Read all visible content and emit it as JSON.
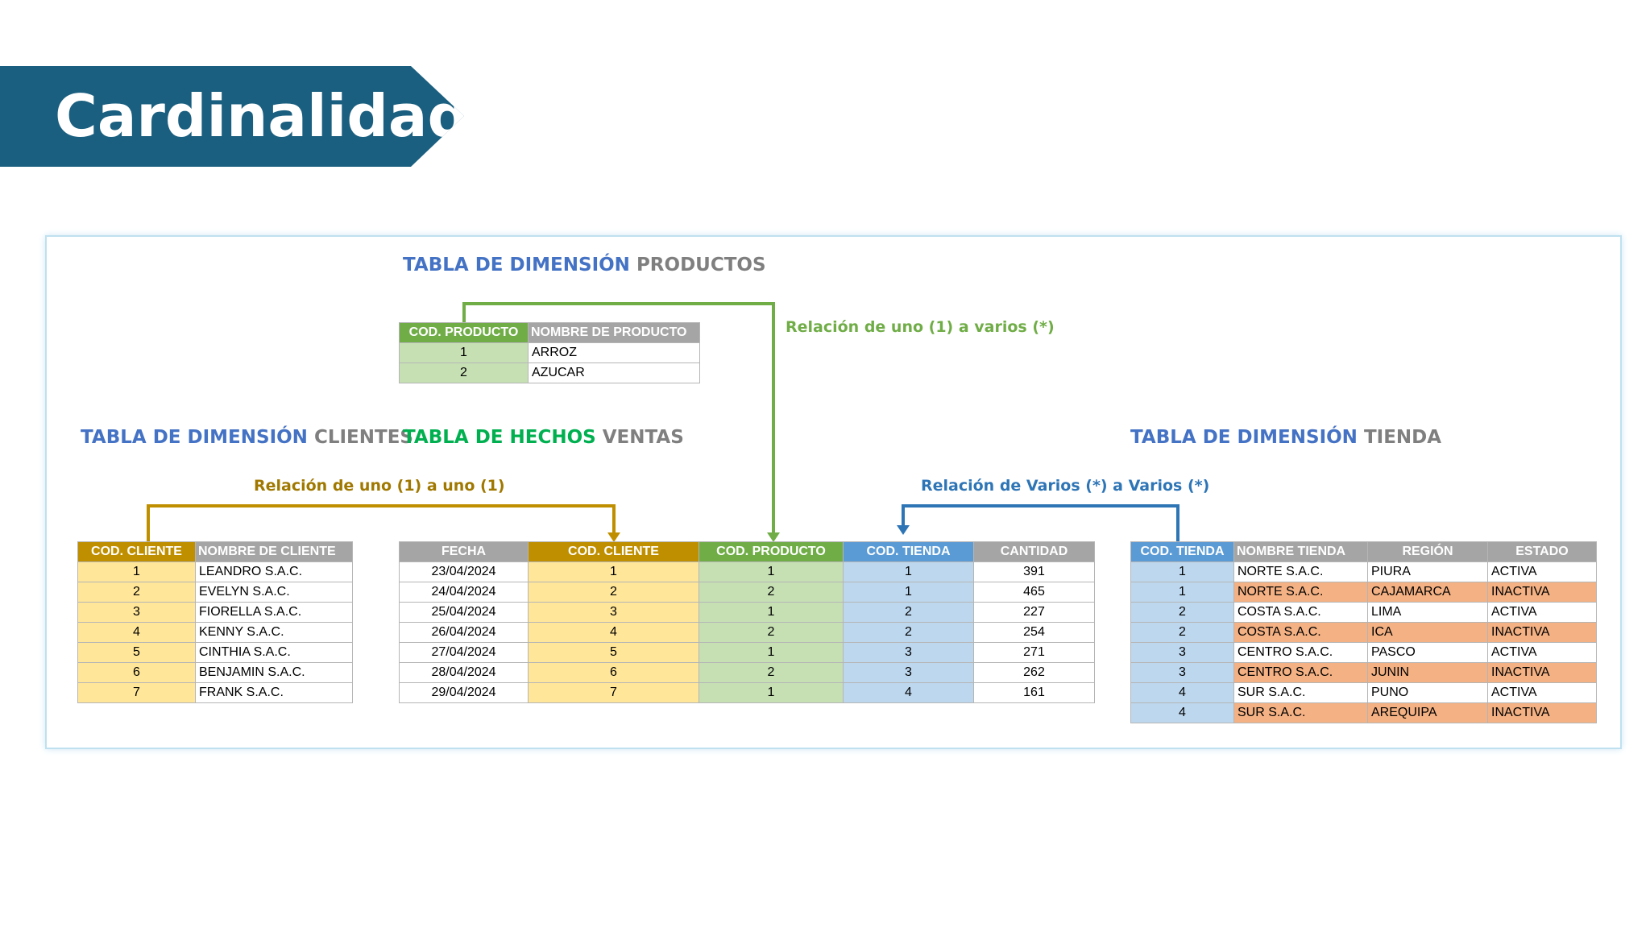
{
  "page": {
    "title": "Cardinalidad"
  },
  "headings": {
    "productos": {
      "prefix": "TABLA DE DIMENSIÓN",
      "suffix": "PRODUCTOS"
    },
    "clientes": {
      "prefix": "TABLA DE DIMENSIÓN",
      "suffix": "CLIENTES"
    },
    "ventas": {
      "prefix": "TABLA DE HECHOS",
      "suffix": "VENTAS"
    },
    "tienda": {
      "prefix": "TABLA DE DIMENSIÓN",
      "suffix": "TIENDA"
    }
  },
  "relations": {
    "one_to_many": "Relación de uno (1) a varios (*)",
    "one_to_one": "Relación de uno (1) a uno (1)",
    "many_to_many": "Relación de Varios (*) a Varios (*)"
  },
  "colors": {
    "banner": "#1a5f7f",
    "heading_blue": "#4472c4",
    "heading_green": "#00b050",
    "heading_gray": "#7f7f7f",
    "relation_green": "#70ad47",
    "relation_gold": "#a07800",
    "relation_blue": "#2e75b6"
  },
  "productos_table": {
    "headers": [
      "COD. PRODUCTO",
      "NOMBRE DE PRODUCTO"
    ],
    "rows": [
      [
        "1",
        "ARROZ"
      ],
      [
        "2",
        "AZUCAR"
      ]
    ]
  },
  "clientes_table": {
    "headers": [
      "COD. CLIENTE",
      "NOMBRE DE CLIENTE"
    ],
    "rows": [
      [
        "1",
        "LEANDRO S.A.C."
      ],
      [
        "2",
        "EVELYN S.A.C."
      ],
      [
        "3",
        "FIORELLA S.A.C."
      ],
      [
        "4",
        "KENNY S.A.C."
      ],
      [
        "5",
        "CINTHIA S.A.C."
      ],
      [
        "6",
        "BENJAMIN S.A.C."
      ],
      [
        "7",
        "FRANK S.A.C."
      ]
    ]
  },
  "ventas_table": {
    "headers": [
      "FECHA",
      "COD. CLIENTE",
      "COD. PRODUCTO",
      "COD. TIENDA",
      "CANTIDAD"
    ],
    "rows": [
      [
        "23/04/2024",
        "1",
        "1",
        "1",
        "391"
      ],
      [
        "24/04/2024",
        "2",
        "2",
        "1",
        "465"
      ],
      [
        "25/04/2024",
        "3",
        "1",
        "2",
        "227"
      ],
      [
        "26/04/2024",
        "4",
        "2",
        "2",
        "254"
      ],
      [
        "27/04/2024",
        "5",
        "1",
        "3",
        "271"
      ],
      [
        "28/04/2024",
        "6",
        "2",
        "3",
        "262"
      ],
      [
        "29/04/2024",
        "7",
        "1",
        "4",
        "161"
      ]
    ]
  },
  "tienda_table": {
    "headers": [
      "COD. TIENDA",
      "NOMBRE TIENDA",
      "REGIÓN",
      "ESTADO"
    ],
    "rows": [
      [
        "1",
        "NORTE S.A.C.",
        "PIURA",
        "ACTIVA"
      ],
      [
        "1",
        "NORTE S.A.C.",
        "CAJAMARCA",
        "INACTIVA"
      ],
      [
        "2",
        "COSTA S.A.C.",
        "LIMA",
        "ACTIVA"
      ],
      [
        "2",
        "COSTA S.A.C.",
        "ICA",
        "INACTIVA"
      ],
      [
        "3",
        "CENTRO S.A.C.",
        "PASCO",
        "ACTIVA"
      ],
      [
        "3",
        "CENTRO S.A.C.",
        "JUNIN",
        "INACTIVA"
      ],
      [
        "4",
        "SUR S.A.C.",
        "PUNO",
        "ACTIVA"
      ],
      [
        "4",
        "SUR S.A.C.",
        "AREQUIPA",
        "INACTIVA"
      ]
    ]
  }
}
